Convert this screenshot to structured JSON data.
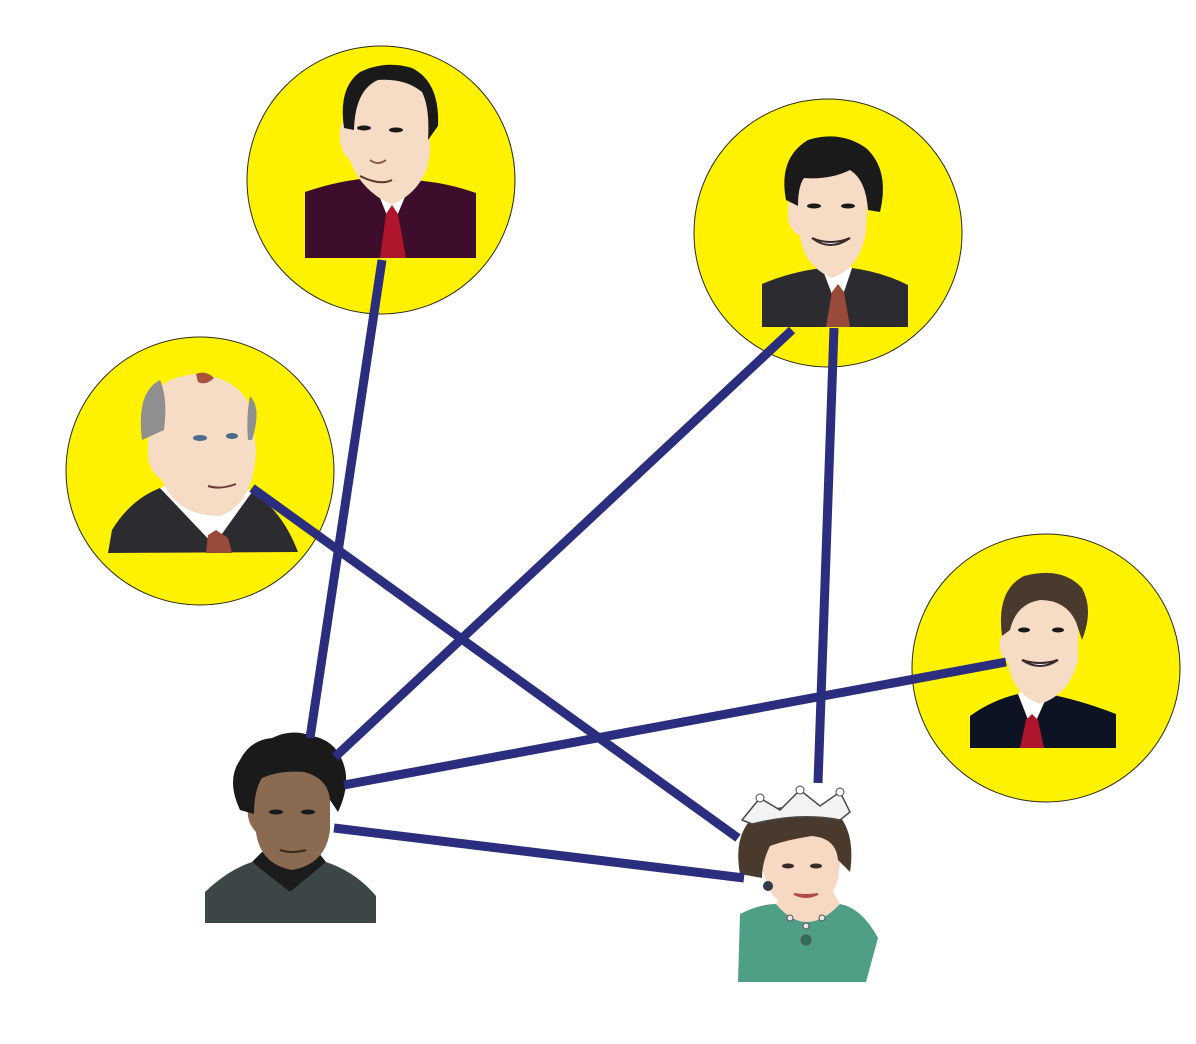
{
  "diagram": {
    "type": "network",
    "colors": {
      "background": "#ffffff",
      "node_circle": "#fff200",
      "node_circle_stroke": "#2a2a1a",
      "edge": "#2b2e7e",
      "skin_light": "#f6dcc5",
      "skin_dark": "#8a6a50",
      "skin_queen": "#f7d8c2",
      "hair_dark": "#1a1a1a",
      "hair_grey": "#8f8f8f",
      "hair_brown": "#4a3a2e",
      "suit_maroon": "#3e0d2c",
      "suit_dark": "#2c2c30",
      "suit_navy": "#0d1322",
      "suit_slate": "#3c4646",
      "dress_green": "#4f9f86",
      "tie_red": "#b0152e",
      "tie_brown": "#9a4a3a",
      "shirt": "#ffffff"
    },
    "nodes": [
      {
        "id": "man-bald-maroon-suit",
        "icon": "portrait-icon",
        "circled": true
      },
      {
        "id": "man-dark-hair-smiling",
        "icon": "portrait-icon",
        "circled": true
      },
      {
        "id": "man-birthmark",
        "icon": "portrait-icon",
        "circled": true
      },
      {
        "id": "man-grey-suit-smiling",
        "icon": "portrait-icon",
        "circled": true
      },
      {
        "id": "man-curly-hair",
        "icon": "portrait-icon",
        "circled": false
      },
      {
        "id": "woman-tiara",
        "icon": "portrait-icon",
        "circled": false
      }
    ],
    "edges": [
      {
        "from": "man-bald-maroon-suit",
        "to": "man-curly-hair"
      },
      {
        "from": "man-dark-hair-smiling",
        "to": "man-curly-hair"
      },
      {
        "from": "man-dark-hair-smiling",
        "to": "woman-tiara"
      },
      {
        "from": "man-birthmark",
        "to": "woman-tiara"
      },
      {
        "from": "man-grey-suit-smiling",
        "to": "man-curly-hair"
      },
      {
        "from": "man-curly-hair",
        "to": "woman-tiara"
      }
    ]
  }
}
